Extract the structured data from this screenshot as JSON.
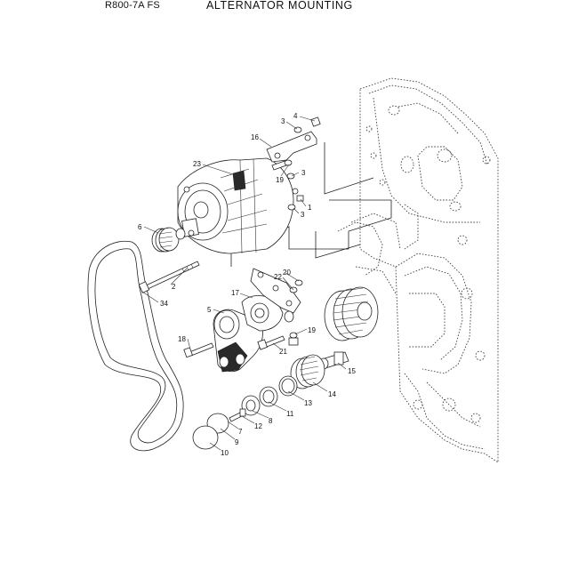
{
  "header": {
    "model": "R800-7A  FS",
    "title": "ALTERNATOR MOUNTING"
  },
  "callouts": [
    {
      "id": "c4",
      "label": "4"
    },
    {
      "id": "c3a",
      "label": "3"
    },
    {
      "id": "c16",
      "label": "16"
    },
    {
      "id": "c23",
      "label": "23"
    },
    {
      "id": "c19a",
      "label": "19"
    },
    {
      "id": "c3b",
      "label": "3"
    },
    {
      "id": "c1",
      "label": "1"
    },
    {
      "id": "c3c",
      "label": "3"
    },
    {
      "id": "c6",
      "label": "6"
    },
    {
      "id": "c2",
      "label": "2"
    },
    {
      "id": "c34",
      "label": "34"
    },
    {
      "id": "c20",
      "label": "20"
    },
    {
      "id": "c22",
      "label": "22"
    },
    {
      "id": "c17",
      "label": "17"
    },
    {
      "id": "c5",
      "label": "5"
    },
    {
      "id": "c18",
      "label": "18"
    },
    {
      "id": "c19b",
      "label": "19"
    },
    {
      "id": "c21",
      "label": "21"
    },
    {
      "id": "c15",
      "label": "15"
    },
    {
      "id": "c14",
      "label": "14"
    },
    {
      "id": "c13",
      "label": "13"
    },
    {
      "id": "c11",
      "label": "11"
    },
    {
      "id": "c8",
      "label": "8"
    },
    {
      "id": "c12",
      "label": "12"
    },
    {
      "id": "c7",
      "label": "7"
    },
    {
      "id": "c9",
      "label": "9"
    },
    {
      "id": "c10",
      "label": "10"
    }
  ]
}
